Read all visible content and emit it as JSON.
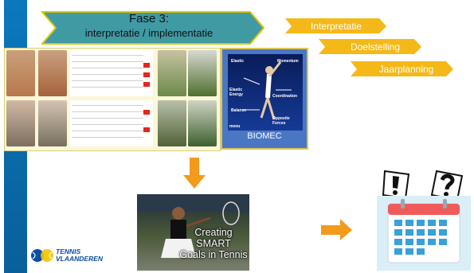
{
  "title": {
    "line1": "Fase 3:",
    "line2": "interpretatie / implementatie"
  },
  "steps": [
    {
      "label": "Interpretatie"
    },
    {
      "label": "Doelstelling"
    },
    {
      "label": "Jaarplanning"
    }
  ],
  "biomec": {
    "label": "BIOMEC",
    "image_labels": [
      "Elastic",
      "Momentum",
      "Elastic Energy",
      "Coordination",
      "Balance",
      "Opposite Forces",
      "menu"
    ]
  },
  "smart": {
    "line1": "Creating SMART",
    "line2": "Goals in Tennis"
  },
  "logo": {
    "line1": "TENNIS",
    "line2": "VLAANDEREN"
  },
  "colors": {
    "leftbar": "#0b78bd",
    "title_fill": "#3f9aa4",
    "title_border": "#d9c400",
    "step_fill": "#f4b918",
    "arrow": "#f39a1c",
    "biomec_bg": "#4a77c4",
    "calendar_header": "#ef5b5b",
    "calendar_cells": "#3aa0d8"
  },
  "icons": [
    "exclamation-icon",
    "question-icon",
    "calendar-icon",
    "arrow-down-icon",
    "arrow-right-icon",
    "tennis-ball-icon"
  ]
}
